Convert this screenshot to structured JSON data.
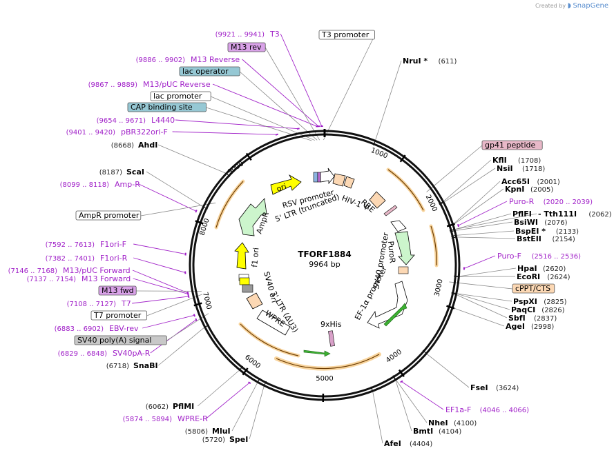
{
  "branding": {
    "created_by": "Created by",
    "app": "SnapGene"
  },
  "plasmid": {
    "name": "TFORF1884",
    "length_label": "9964 bp",
    "length": 9964
  },
  "ticks": [
    "1000",
    "2000",
    "3000",
    "4000",
    "5000",
    "6000",
    "7000",
    "8000",
    "9000"
  ],
  "sites": [
    {
      "name": "NruI *",
      "pos": "(611)",
      "bp": 611
    },
    {
      "name": "KflI",
      "pos": "(1708)",
      "bp": 1708
    },
    {
      "name": "NsiI",
      "pos": "(1718)",
      "bp": 1718
    },
    {
      "name": "Acc65I",
      "pos": "(2001)",
      "bp": 2001
    },
    {
      "name": "KpnI",
      "pos": "(2005)",
      "bp": 2005
    },
    {
      "name": "PflFI",
      "pos": "",
      "bp": 2062
    },
    {
      "name": "- Tth111I",
      "pos": "(2062)",
      "bp": 2062
    },
    {
      "name": "BsiWI",
      "pos": "(2076)",
      "bp": 2076
    },
    {
      "name": "BspEI *",
      "pos": "(2133)",
      "bp": 2133
    },
    {
      "name": "BstEII",
      "pos": "(2154)",
      "bp": 2154
    },
    {
      "name": "HpaI",
      "pos": "(2620)",
      "bp": 2620
    },
    {
      "name": "EcoRI",
      "pos": "(2624)",
      "bp": 2624
    },
    {
      "name": "PspXI",
      "pos": "(2825)",
      "bp": 2825
    },
    {
      "name": "PaqCI",
      "pos": "(2826)",
      "bp": 2826
    },
    {
      "name": "SbfI",
      "pos": "(2837)",
      "bp": 2837
    },
    {
      "name": "AgeI",
      "pos": "(2998)",
      "bp": 2998
    },
    {
      "name": "FseI",
      "pos": "(3624)",
      "bp": 3624
    },
    {
      "name": "NheI",
      "pos": "(4100)",
      "bp": 4100
    },
    {
      "name": "BmtI",
      "pos": "(4104)",
      "bp": 4104
    },
    {
      "name": "AfeI",
      "pos": "(4404)",
      "bp": 4404
    },
    {
      "name": "SpeI",
      "pos": "(5720)",
      "bp": 5720
    },
    {
      "name": "MluI",
      "pos": "(5806)",
      "bp": 5806
    },
    {
      "name": "PflMI",
      "pos": "(6062)",
      "bp": 6062
    },
    {
      "name": "SnaBI",
      "pos": "(6718)",
      "bp": 6718
    },
    {
      "name": "ScaI",
      "pos": "(8187)",
      "bp": 8187
    },
    {
      "name": "AhdI",
      "pos": "(8668)",
      "bp": 8668
    }
  ],
  "primers": [
    {
      "name": "T3",
      "pos": "(9921 .. 9941)",
      "bp": 9931
    },
    {
      "name": "M13 Reverse",
      "pos": "(9886 .. 9902)",
      "bp": 9894
    },
    {
      "name": "M13/pUC Reverse",
      "pos": "(9867 .. 9889)",
      "bp": 9878
    },
    {
      "name": "L4440",
      "pos": "(9654 .. 9671)",
      "bp": 9662
    },
    {
      "name": "pBR322ori-F",
      "pos": "(9401 .. 9420)",
      "bp": 9410
    },
    {
      "name": "Amp-R",
      "pos": "(8099 .. 8118)",
      "bp": 8108
    },
    {
      "name": "F1ori-F",
      "pos": "(7592 .. 7613)",
      "bp": 7602
    },
    {
      "name": "F1ori-R",
      "pos": "(7382 .. 7401)",
      "bp": 7391
    },
    {
      "name": "M13/pUC Forward",
      "pos": "(7146 .. 7168)",
      "bp": 7157
    },
    {
      "name": "M13 Forward",
      "pos": "(7137 .. 7154)",
      "bp": 7145
    },
    {
      "name": "T7",
      "pos": "(7108 .. 7127)",
      "bp": 7117
    },
    {
      "name": "EBV-rev",
      "pos": "(6883 .. 6902)",
      "bp": 6892
    },
    {
      "name": "SV40pA-R",
      "pos": "(6829 .. 6848)",
      "bp": 6838
    },
    {
      "name": "WPRE-R",
      "pos": "(5874 .. 5894)",
      "bp": 5884
    },
    {
      "name": "Puro-R",
      "pos": "(2020 .. 2039)",
      "bp": 2030
    },
    {
      "name": "Puro-F",
      "pos": "(2516 .. 2536)",
      "bp": 2526
    },
    {
      "name": "EF1a-F",
      "pos": "(4046 .. 4066)",
      "bp": 4056
    }
  ],
  "boxed_labels": [
    {
      "name": "T3 promoter",
      "bp": 9950
    },
    {
      "name": "M13 rev",
      "bp": 9900
    },
    {
      "name": "lac operator",
      "bp": 9870
    },
    {
      "name": "lac promoter",
      "bp": 9840
    },
    {
      "name": "CAP binding site",
      "bp": 9800
    },
    {
      "name": "gp41 peptide",
      "bp": 1500
    },
    {
      "name": "cPPT/CTS",
      "bp": 2700
    },
    {
      "name": "AmpR promoter",
      "bp": 8300
    },
    {
      "name": "M13 fwd",
      "bp": 7145
    },
    {
      "name": "T7 promoter",
      "bp": 7105
    },
    {
      "name": "SV40 poly(A) signal",
      "bp": 6850
    }
  ],
  "inner_labels": {
    "ori": "ori",
    "ampr": "AmpR",
    "rsv": "RSV promoter",
    "ltr5": "5' LTR (truncated)",
    "hiv": "HIV-1 Ψ",
    "rre": "RRE",
    "puror": "PuroR",
    "sv40p": "SV40 promoter",
    "ef1a": "EF-1α promoter",
    "his": "9xHis",
    "wpre": "WPRE",
    "ltr3": "3' LTR (ΔU3)",
    "sv40ori": "SV40 ori",
    "f1ori": "f1 ori"
  },
  "colors": {
    "primer": "#a020c8",
    "ori": "#ffff00",
    "ampr": "#ccf5cc",
    "orange": "#f2a93b",
    "green": "#3cb031",
    "ltr": "#fcd8b4",
    "box_purple": "#d9a2e8",
    "box_blue": "#96c8d4",
    "box_pink": "#e8b8c8",
    "box_peach": "#fcd8b4",
    "box_grey": "#c8c8c8"
  }
}
